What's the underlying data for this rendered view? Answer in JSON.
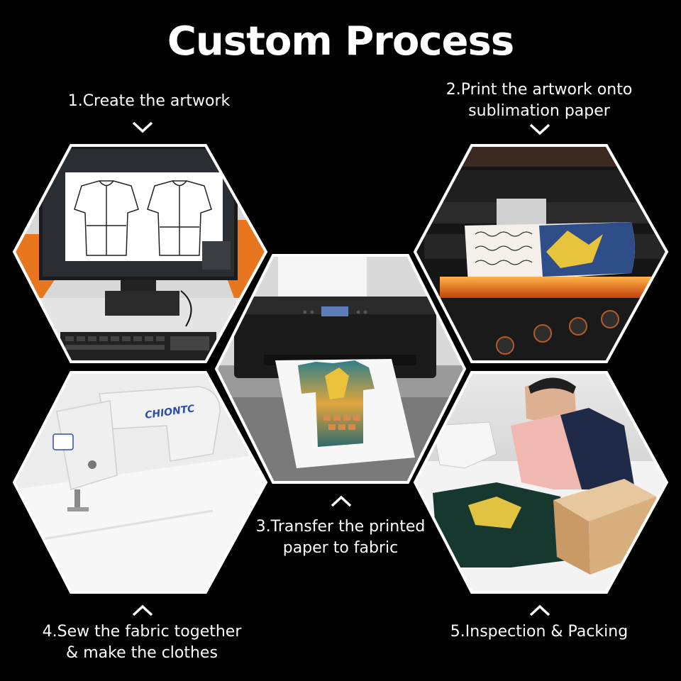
{
  "title": "Custom Process",
  "steps": [
    {
      "label": "1.Create the artwork",
      "image": "computer-monitor-with-shirt-sketch"
    },
    {
      "label_lines": [
        "2.Print the artwork onto",
        "sublimation paper"
      ],
      "image": "large-format-sublimation-printer"
    },
    {
      "label_lines": [
        "3.Transfer the printed",
        "paper to fabric"
      ],
      "image": "desktop-printer-printing-tshirt"
    },
    {
      "label_lines": [
        "4.Sew the fabric together",
        "& make the clothes"
      ],
      "image": "industrial-sewing-machine"
    },
    {
      "label": "5.Inspection & Packing",
      "image": "worker-folding-shirt-with-box"
    }
  ],
  "sewing_machine_brand": "CHIONTC"
}
